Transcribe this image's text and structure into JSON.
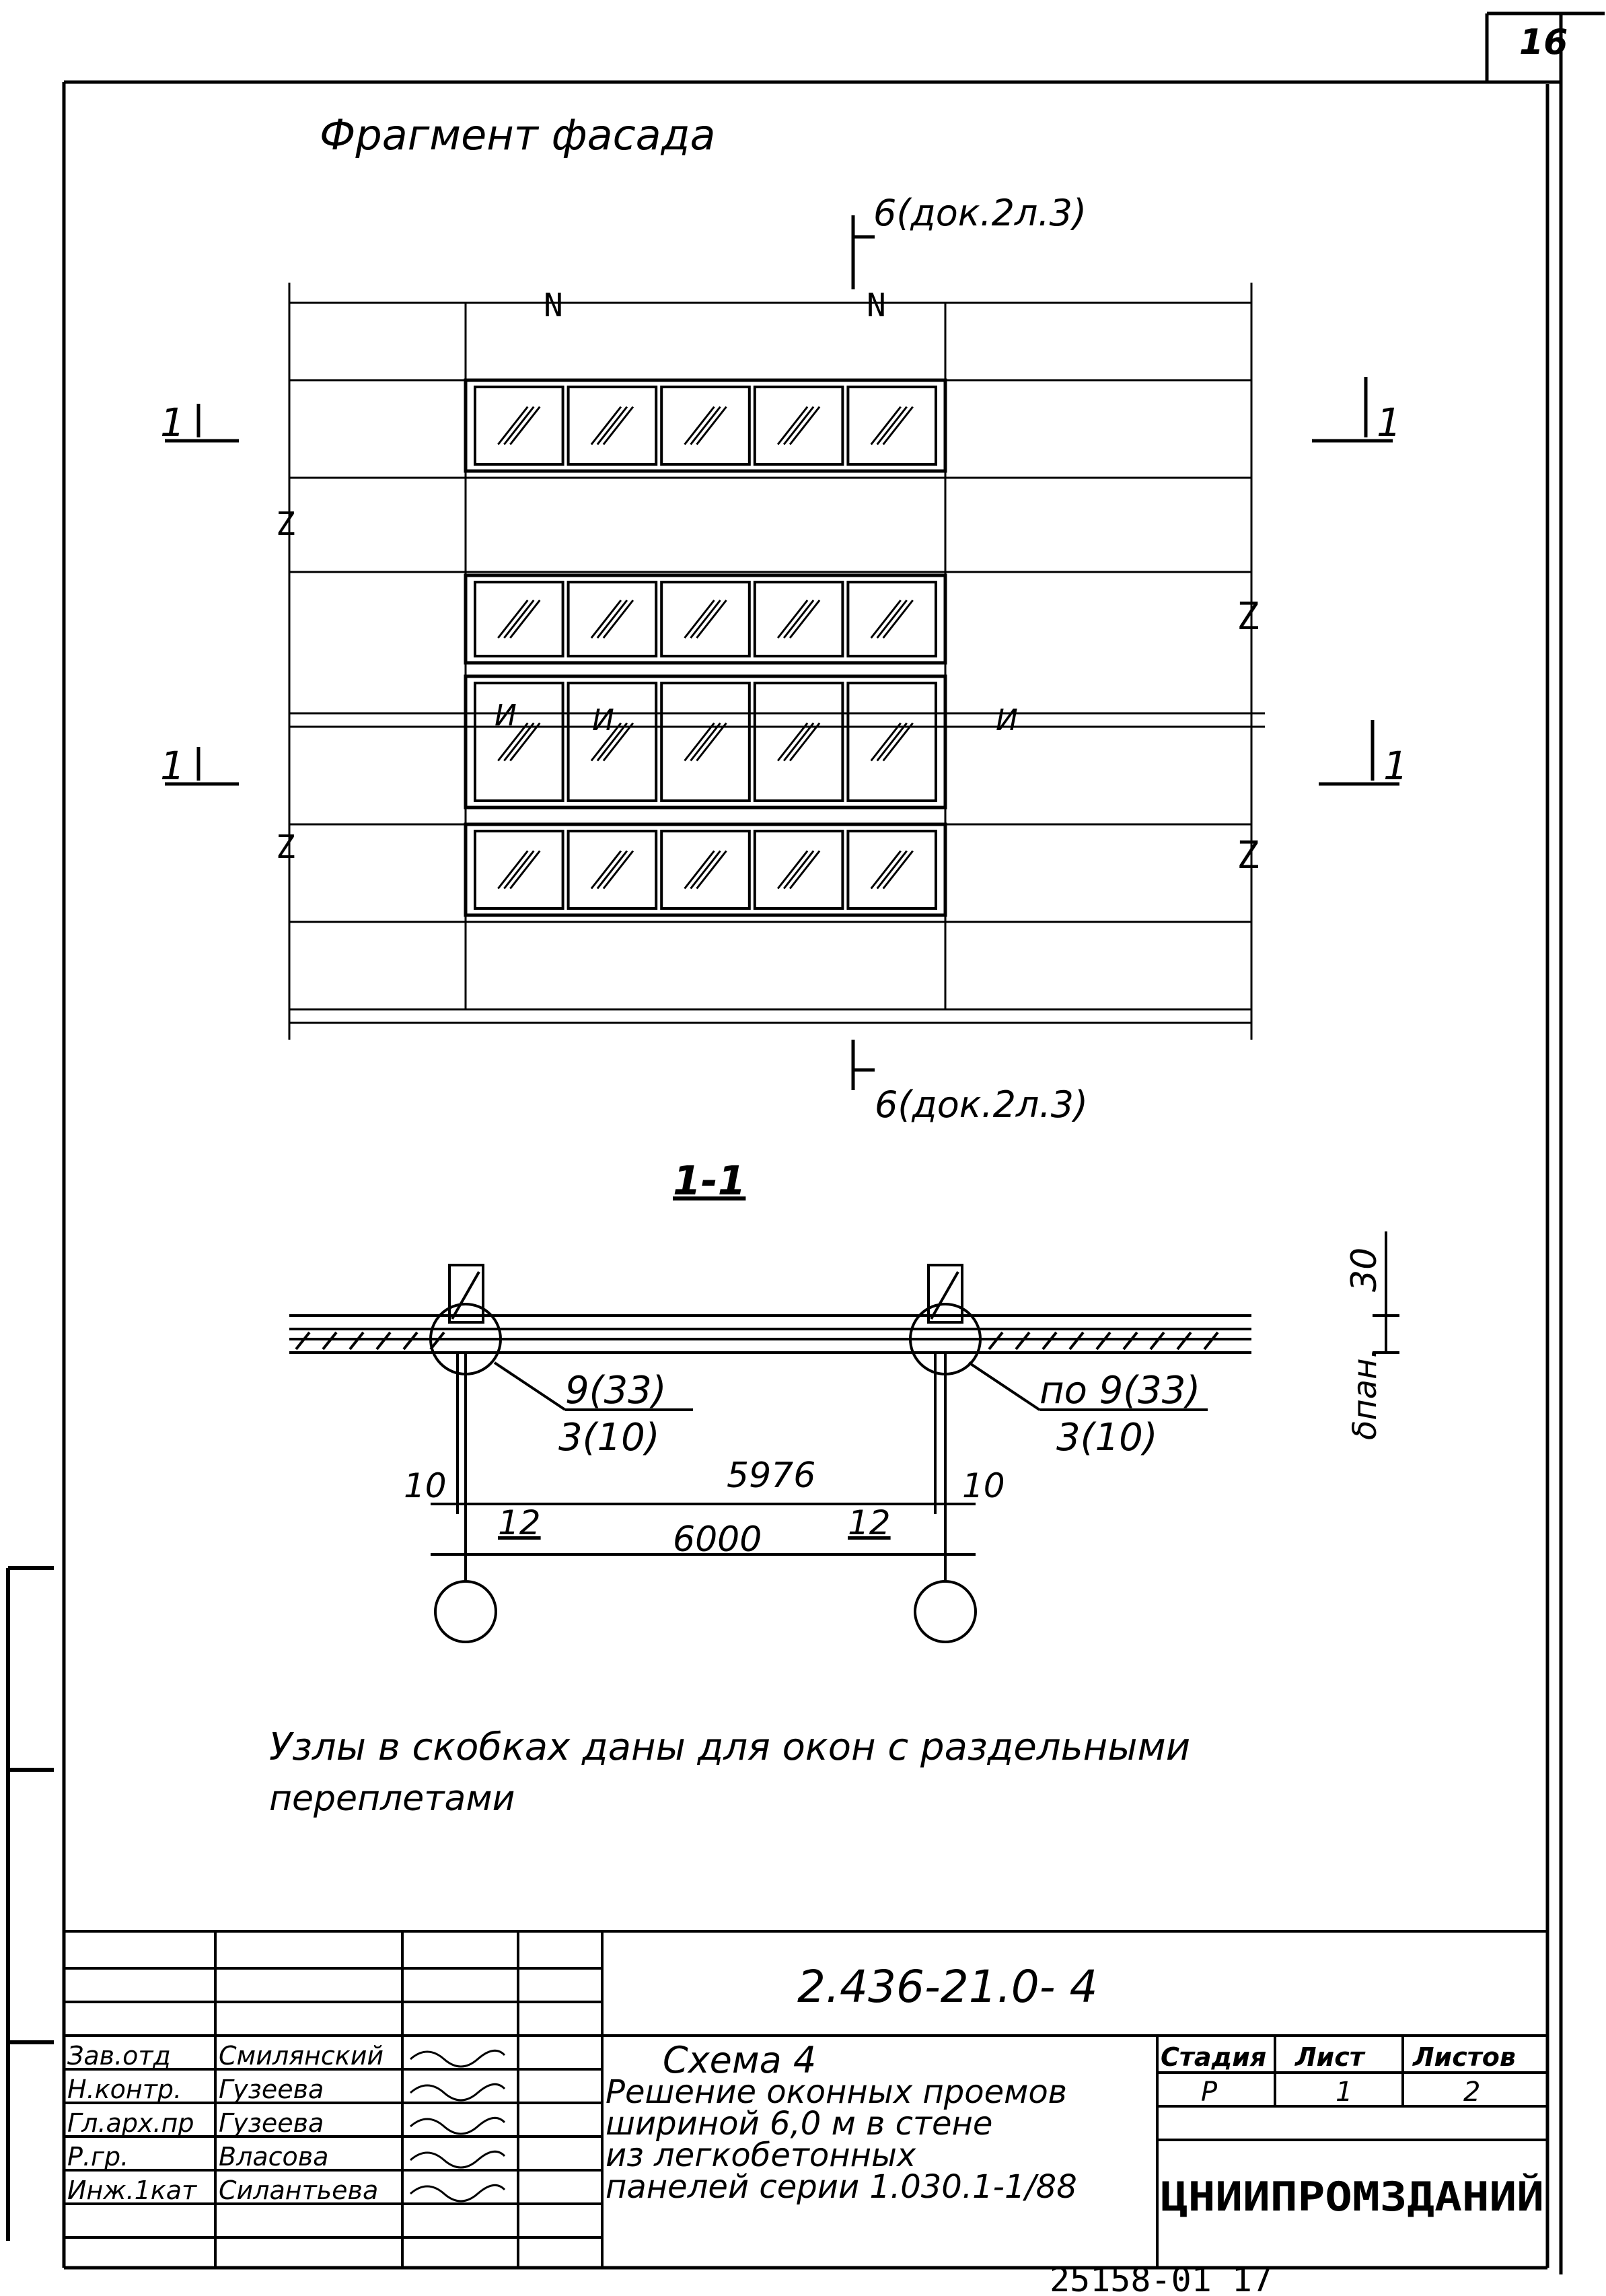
{
  "page_number": "16",
  "title": "Фрагмент фасада",
  "section_marks": {
    "top_ref": "6(док.2л.3)",
    "bottom_ref": "6(док.2л.3)",
    "cut_label": "1",
    "section_title": "1-1"
  },
  "break_marks": {
    "n": "N",
    "z": "Z",
    "i": "И"
  },
  "section_plan": {
    "height_dim": "30",
    "panel_thickness": "δпан.",
    "node_left_top": "9(33)",
    "node_left_bottom": "3(10)",
    "node_right_top": "по 9(33)",
    "node_right_bottom": "3(10)",
    "dim_inner": "5976",
    "dim_axis": "6000",
    "dim_left_offset": "10",
    "dim_right_offset": "10",
    "dim_left_gap": "12",
    "dim_right_gap": "12"
  },
  "note": {
    "line1": "Узлы в скобках даны для окон с раздельными",
    "line2": "переплетами"
  },
  "title_block": {
    "code": "2.436-21.0- 4",
    "roles": [
      "Зав.отд",
      "Н.контр.",
      "Гл.арх.пр",
      "Р.гр.",
      "Инж.1кат"
    ],
    "names": [
      "Смилянский",
      "Гузеева",
      "Гузеева",
      "Власова",
      "Силантьева"
    ],
    "scheme_title": "Схема 4",
    "description_lines": [
      "Решение оконных проемов",
      "шириной 6,0 м в стене",
      "из легкобетонных",
      "панелей серии 1.030.1-1/88"
    ],
    "stage_header": "Стадия",
    "sheet_header": "Лист",
    "sheets_header": "Листов",
    "stage_value": "Р",
    "sheet_value": "1",
    "sheets_value": "2",
    "organization": "ЦНИИПРОМЗДАНИЙ"
  },
  "footer_code": "25158-01  17"
}
